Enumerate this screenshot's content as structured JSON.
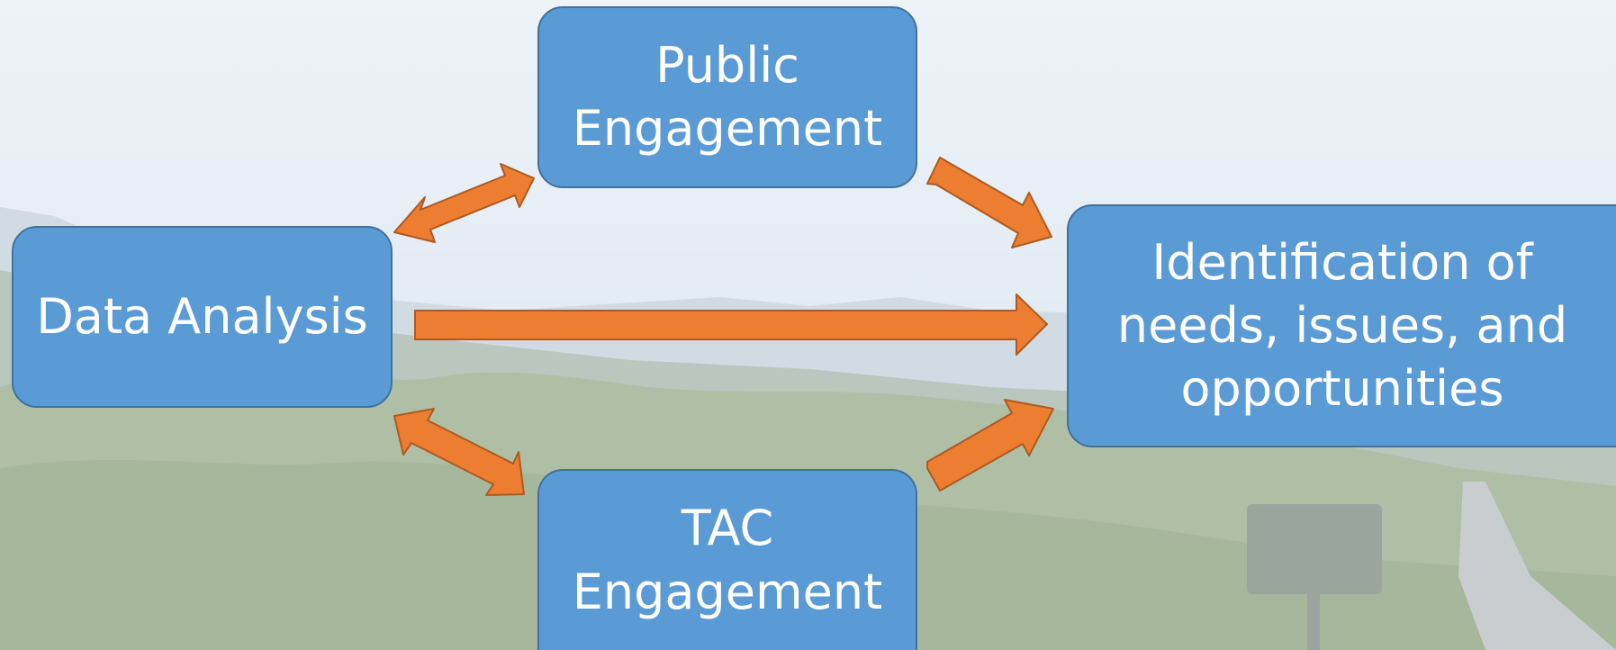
{
  "nodes": {
    "public": {
      "lines": [
        "Public",
        "Engagement"
      ]
    },
    "data": {
      "lines": [
        "Data Analysis"
      ]
    },
    "tac": {
      "lines": [
        "TAC",
        "Engagement"
      ]
    },
    "identification": {
      "lines": [
        "Identification of",
        "needs, issues, and",
        "opportunities"
      ]
    }
  },
  "colors": {
    "box_fill": "#5b9bd5",
    "box_border": "#41719c",
    "arrow_fill": "#ed7d31",
    "arrow_border": "#ae5a21",
    "text": "#ffffff"
  },
  "background": {
    "scene": "faded mountain and forest landscape with road and historical marker"
  }
}
